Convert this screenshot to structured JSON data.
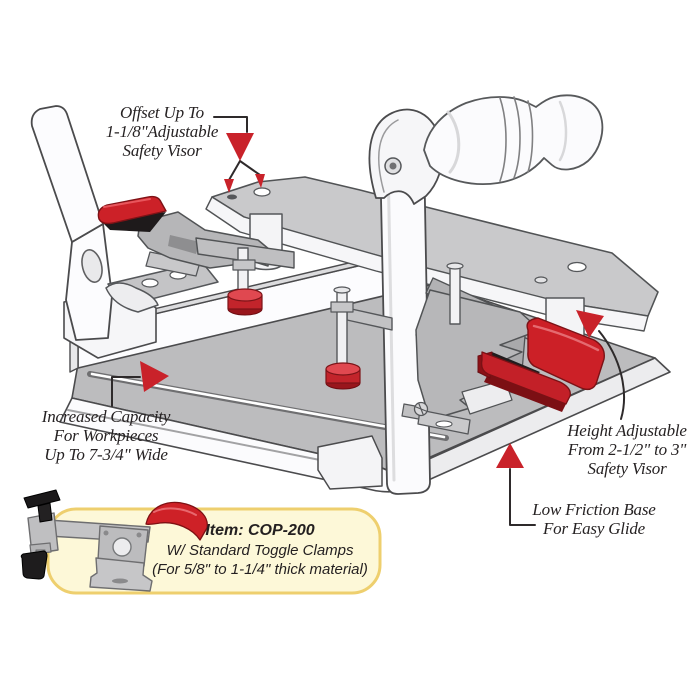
{
  "figure": {
    "kind": "product-callout-diagram",
    "product": "coping sled with toggle clamps"
  },
  "callouts": {
    "offset": {
      "lines": [
        "Offset Up To",
        "1-1/8\"Adjustable",
        "Safety Visor"
      ]
    },
    "capacity": {
      "lines": [
        "Increased Capacity",
        "For Workpieces",
        "Up To 7-3/4\" Wide"
      ]
    },
    "height": {
      "lines": [
        "Height Adjustable",
        "From 2-1/2\" to 3\"",
        "Safety Visor"
      ]
    },
    "glide": {
      "lines": [
        "Low Friction Base",
        "For Easy Glide"
      ]
    }
  },
  "item_box": {
    "title": "Item: COP-200",
    "line2": "W/ Standard Toggle Clamps",
    "line3": "(For 5/8\" to 1-1/4\" thick material)"
  },
  "colors": {
    "arrow_red": "#c9222a",
    "clamp_handle_red": "#cc2128",
    "dark_red": "#841217",
    "metal_gray": "#b5b5b7",
    "plate_gray": "#c9c9cb",
    "base_gray": "#bcbcbe",
    "outline": "#4b4b4d",
    "text": "#262223",
    "box_fill": "#fdf8d8",
    "box_border": "#eecf6e"
  }
}
